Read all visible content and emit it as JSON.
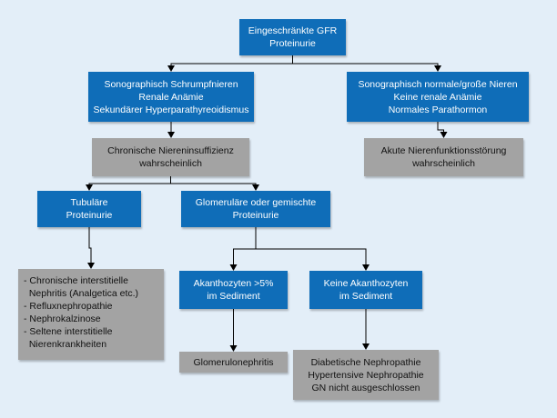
{
  "nodes": {
    "root": {
      "lines": [
        "Eingeschränkte GFR",
        "Proteinurie"
      ],
      "color": "#0f6db8"
    },
    "shrunken": {
      "lines": [
        "Sonographisch Schrumpfnieren",
        "Renale Anämie",
        "Sekundärer Hyperparathyreoidismus"
      ],
      "color": "#0f6db8"
    },
    "normal": {
      "lines": [
        "Sonographisch normale/große Nieren",
        "Keine renale Anämie",
        "Normales Parathormon"
      ],
      "color": "#0f6db8"
    },
    "chronic": {
      "lines": [
        "Chronische Niereninsuffizienz",
        "wahrscheinlich"
      ],
      "color": "#a3a3a3"
    },
    "acute": {
      "lines": [
        "Akute Nierenfunktionsstörung",
        "wahrscheinlich"
      ],
      "color": "#a3a3a3"
    },
    "tubular": {
      "lines": [
        "Tubuläre",
        "Proteinurie"
      ],
      "color": "#0f6db8"
    },
    "glomerular": {
      "lines": [
        "Glomeruläre oder gemischte",
        "Proteinurie"
      ],
      "color": "#0f6db8"
    },
    "tubular_causes": {
      "lines": [
        "- Chronische interstitielle",
        "  Nephritis (Analgetica etc.)",
        "- Refluxnephropathie",
        "- Nephrokalzinose",
        "- Seltene interstitielle",
        "  Nierenkrankheiten"
      ],
      "color": "#a3a3a3"
    },
    "acanthocytes_pos": {
      "lines": [
        "Akanthozyten >5%",
        "im Sediment"
      ],
      "color": "#0f6db8"
    },
    "acanthocytes_neg": {
      "lines": [
        "Keine Akanthozyten",
        "im Sediment"
      ],
      "color": "#0f6db8"
    },
    "gn": {
      "lines": [
        "Glomerulonephritis"
      ],
      "color": "#a3a3a3"
    },
    "other_np": {
      "lines": [
        "Diabetische Nephropathie",
        "Hypertensive Nephropathie",
        "GN nicht ausgeschlossen"
      ],
      "color": "#a3a3a3"
    }
  },
  "edges": [
    [
      "root",
      "shrunken"
    ],
    [
      "root",
      "normal"
    ],
    [
      "shrunken",
      "chronic"
    ],
    [
      "normal",
      "acute"
    ],
    [
      "chronic",
      "tubular"
    ],
    [
      "chronic",
      "glomerular"
    ],
    [
      "tubular",
      "tubular_causes"
    ],
    [
      "glomerular",
      "acanthocytes_pos"
    ],
    [
      "glomerular",
      "acanthocytes_neg"
    ],
    [
      "acanthocytes_pos",
      "gn"
    ],
    [
      "acanthocytes_neg",
      "other_np"
    ]
  ]
}
